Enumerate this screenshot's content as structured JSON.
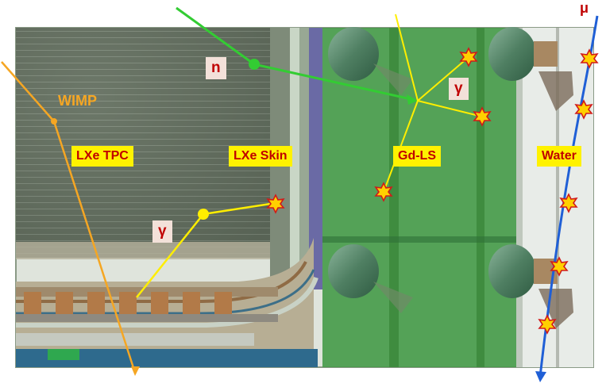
{
  "labels": {
    "n": "n",
    "gamma_gdls": "γ",
    "gamma_tpc": "γ",
    "wimp": "WIMP",
    "lxe_tpc": "LXe TPC",
    "lxe_skin": "LXe Skin",
    "gd_ls": "Gd-LS",
    "water": "Water",
    "mu": "μ"
  },
  "colors": {
    "wimp_track": "#f5a623",
    "neutron_track": "#33cc33",
    "gamma_track": "#ffee00",
    "muon_track": "#1f5fd6",
    "star_fill": "#ffd000",
    "star_stroke": "#d11a1a",
    "label_bg": "#fff200",
    "label_text": "#c00000",
    "gdls_region": "#4aa64a",
    "water_region": "#e8ece8",
    "tpc_region": "#6e7a6a"
  }
}
